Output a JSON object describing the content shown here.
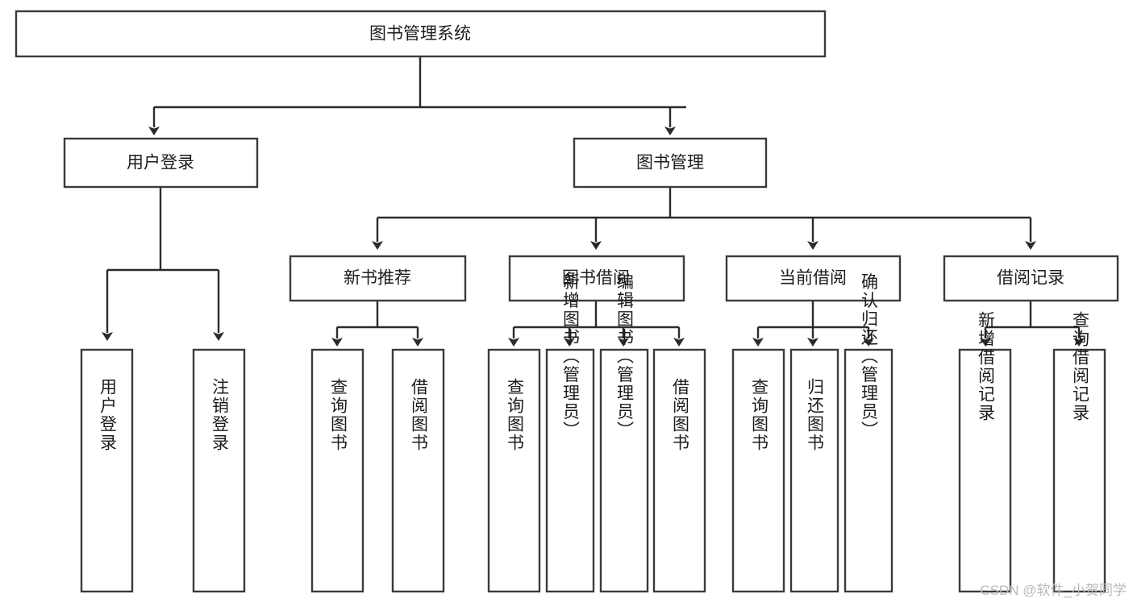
{
  "diagram": {
    "type": "tree-hierarchy",
    "title": "图书管理系统",
    "root": {
      "id": "root",
      "label": "图书管理系统"
    },
    "level1": [
      {
        "id": "user-login",
        "label": "用户登录"
      },
      {
        "id": "book-manage",
        "label": "图书管理"
      }
    ],
    "level2": [
      {
        "id": "new-book-rec",
        "label": "新书推荐",
        "parent": "book-manage"
      },
      {
        "id": "book-borrow",
        "label": "图书借阅",
        "parent": "book-manage"
      },
      {
        "id": "current-borrow",
        "label": "当前借阅",
        "parent": "book-manage"
      },
      {
        "id": "borrow-record",
        "label": "借阅记录",
        "parent": "book-manage"
      }
    ],
    "leaves": [
      {
        "id": "leaf-user-login",
        "label": "用户登录",
        "parent": "user-login"
      },
      {
        "id": "leaf-logout",
        "label": "注销登录",
        "parent": "user-login"
      },
      {
        "id": "leaf-query-book-1",
        "label": "查询图书",
        "parent": "new-book-rec"
      },
      {
        "id": "leaf-borrow-book-1",
        "label": "借阅图书",
        "parent": "new-book-rec"
      },
      {
        "id": "leaf-query-book-2",
        "label": "查询图书",
        "parent": "book-borrow"
      },
      {
        "id": "leaf-add-book",
        "label": "新增图书（管理员）",
        "parent": "book-borrow"
      },
      {
        "id": "leaf-edit-book",
        "label": "编辑图书（管理员）",
        "parent": "book-borrow"
      },
      {
        "id": "leaf-borrow-book-2",
        "label": "借阅图书",
        "parent": "book-borrow"
      },
      {
        "id": "leaf-query-book-3",
        "label": "查询图书",
        "parent": "current-borrow"
      },
      {
        "id": "leaf-return-book",
        "label": "归还图书",
        "parent": "current-borrow"
      },
      {
        "id": "leaf-confirm-return",
        "label": "确认归还（管理员）",
        "parent": "current-borrow"
      },
      {
        "id": "leaf-add-record",
        "label": "新增借阅记录",
        "parent": "borrow-record"
      },
      {
        "id": "leaf-query-record",
        "label": "查询借阅记录",
        "parent": "borrow-record"
      }
    ]
  },
  "watermark": {
    "text": "CSDN @软件_小贺同学"
  },
  "colors": {
    "background": "#ffffff",
    "box_fill": "#ffffff",
    "box_stroke": "#3b3b3b",
    "edge_stroke": "#2b2b2b",
    "text": "#1c1c1c",
    "watermark": "#b9b9b9"
  }
}
